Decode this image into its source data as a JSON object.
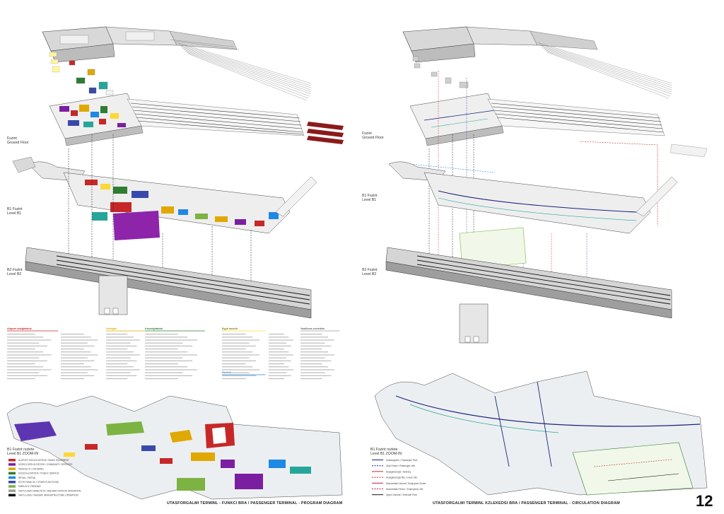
{
  "page": {
    "number": "12"
  },
  "colors": {
    "basic_equipment": "#c62828",
    "community": "#7b1fa2",
    "catering": "#e0a800",
    "public_service": "#2e7d32",
    "retail": "#1e88e5",
    "other": "#3949ab",
    "parking": "#7cb342",
    "operation": "#9e9e9e",
    "passenger_flow": "#1a237e",
    "lifts": "#c62828",
    "delivery": "#c62828",
    "employee": "#c2185b",
    "vehicle": "#111111",
    "accent_teal": "#26a69a",
    "accent_yellow": "#fdd835",
    "accent_green": "#8bc34a"
  },
  "left": {
    "level_labels": [
      {
        "hu": "Fszint",
        "en": "Ground Floor"
      },
      {
        "hu": "B1 Fszint",
        "en": "Level B1"
      },
      {
        "hu": "B2 Fszint",
        "en": "Level B2"
      }
    ],
    "zoom": {
      "line1": "B1 Fszint rszlete",
      "line2": "Level B1 ZOOM-IN"
    },
    "zoom_legend": [
      "ALAPVET SZOLGLTATSOK / BASIC EQUIPMENT",
      "KZSSGI SZOLGLTATSOK / COMMUNITY SERVICES",
      "VENDGLTS / CATERING",
      "KZSZOLGLTATSOK / PUBLIC SERVICE",
      "RETAIL / RETAIL",
      "EGYB FUNKCIK / OTHER FUNCTIONS",
      "PARKOLS / PARKING",
      "VASTLLOMS ZEMELTETS / RAILWAY STATION OPERATION",
      "VASTLLOMS / RAILWAY INFRASTRUCTURE OPERATION"
    ],
    "footer": "UTASFORGALMI TERMINL - FUNKCI BRA / PASSENGER TERMINAL - PROGRAM DIAGRAM"
  },
  "right": {
    "level_labels": [
      {
        "hu": "Fszint",
        "en": "Ground Floor"
      },
      {
        "hu": "B1 Fszint",
        "en": "Level B1"
      },
      {
        "hu": "B2 Fszint",
        "en": "Level B2"
      }
    ],
    "zoom": {
      "line1": "B1 Fszint rszlete",
      "line2": "Level B1 ZOOM-IN"
    },
    "flow_legend": [
      "Utasforgalom / Passenger Flow",
      "Utas Fstrek / Passenger Lifts",
      "Anyagkiszolgls / Delivery",
      "Anyagkiszolgls lifts / Good Lifts",
      "Munkavllalk Utvonal / Employees Route",
      "Munkavllalk Felvon / Employees Lifts",
      "Gpjrm Utvonal / Vehicular Flow"
    ],
    "footer": "UTASFORGALMI TERMINL KZLEKEDSI BRA / PASSENGER TERMINAL - CIRCULATION DIAGRAM"
  },
  "legend_columns": [
    {
      "header": "Alapvet szolgltatsok",
      "color": "#c62828"
    },
    {
      "header": "Vendglts",
      "color": "#e0a800"
    },
    {
      "header": "Kzszolgltatsok",
      "color": "#2e7d32"
    },
    {
      "header": "Egyb funkcik",
      "color": "#fdd835"
    },
    {
      "header": "Parkols",
      "color": "#1e88e5"
    },
    {
      "header": "Vastlloms zemeltets",
      "color": "#9e9e9e"
    }
  ]
}
